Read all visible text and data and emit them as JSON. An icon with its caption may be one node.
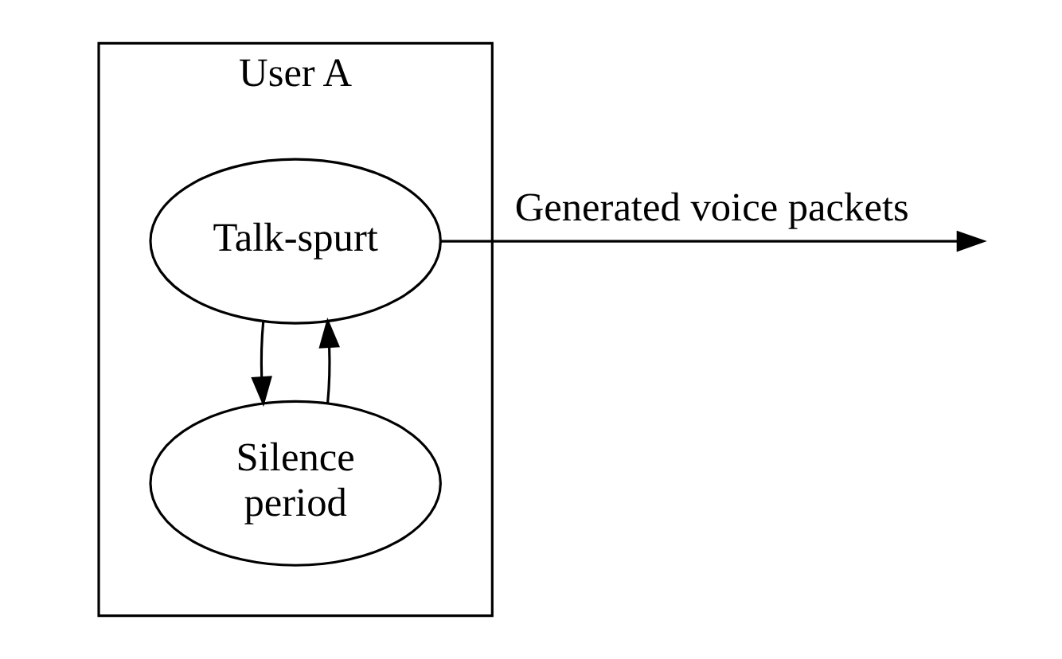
{
  "diagram": {
    "nodes": [
      {
        "text": [
          "User A"
        ]
      },
      {
        "text": [
          "Talk-spurt"
        ],
        "in": 0
      },
      {
        "text": [
          "Silence period"
        ],
        "in": 0
      }
    ],
    "edges": [
      {
        "from": 1,
        "to": 2,
        "arrow": "to"
      },
      {
        "from": 2,
        "to": 1,
        "arrow": "to"
      },
      {
        "from": 1,
        "to": null,
        "arrow": "to",
        "label": "Generated voice packets"
      }
    ]
  }
}
